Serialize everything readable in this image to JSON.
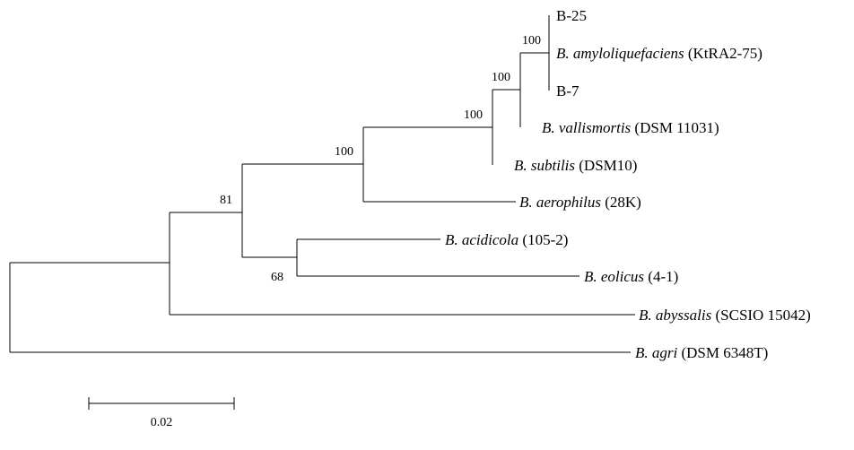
{
  "tree": {
    "leaves": [
      {
        "id": "b25",
        "italic": "",
        "plain": "B-25"
      },
      {
        "id": "bamy",
        "italic": "B. amyloliquefaciens",
        "plain": " (KtRA2-75)"
      },
      {
        "id": "b7",
        "italic": "",
        "plain": "B-7"
      },
      {
        "id": "bval",
        "italic": "B. vallismortis",
        "plain": " (DSM 11031)"
      },
      {
        "id": "bsub",
        "italic": "B. subtilis",
        "plain": " (DSM10)"
      },
      {
        "id": "baer",
        "italic": "B. aerophilus",
        "plain": " (28K)"
      },
      {
        "id": "bacid",
        "italic": "B. acidicola",
        "plain": " (105-2)"
      },
      {
        "id": "beol",
        "italic": "B. eolicus",
        "plain": " (4-1)"
      },
      {
        "id": "baby",
        "italic": "B. abyssalis",
        "plain": " (SCSIO 15042)"
      },
      {
        "id": "bagri",
        "italic": "B. agri",
        "plain": " (DSM 6348T)"
      }
    ],
    "support_values": [
      "100",
      "100",
      "100",
      "100",
      "81",
      "68"
    ],
    "scale_bar": {
      "label": "0.02"
    }
  }
}
